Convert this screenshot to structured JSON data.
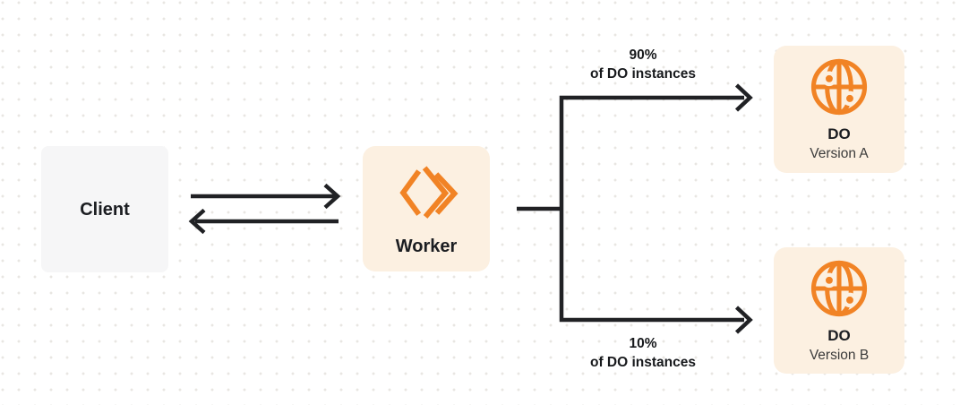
{
  "diagram": {
    "colors": {
      "orange": "#F18325",
      "line": "#202124",
      "label_dark": "#17191C",
      "subtitle_gray": "#3B3B3B",
      "dot_grid": "#E8E6E2"
    },
    "nodes": {
      "client": {
        "label": "Client",
        "bg": "#F6F6F7"
      },
      "worker": {
        "label": "Worker",
        "icon": "cloudflare-workers-icon",
        "bg": "#FCF0E1"
      },
      "do_version_a": {
        "title": "DO",
        "subtitle": "Version A",
        "icon": "durable-object-globe-icon",
        "bg": "#FCF0E1"
      },
      "do_version_b": {
        "title": "DO",
        "subtitle": "Version B",
        "icon": "durable-object-globe-icon",
        "bg": "#FCF0E1"
      }
    },
    "edges": {
      "split_top": {
        "label_line1": "90%",
        "label_line2": "of DO instances"
      },
      "split_bottom": {
        "label_line1": "10%",
        "label_line2": "of DO instances"
      }
    }
  }
}
